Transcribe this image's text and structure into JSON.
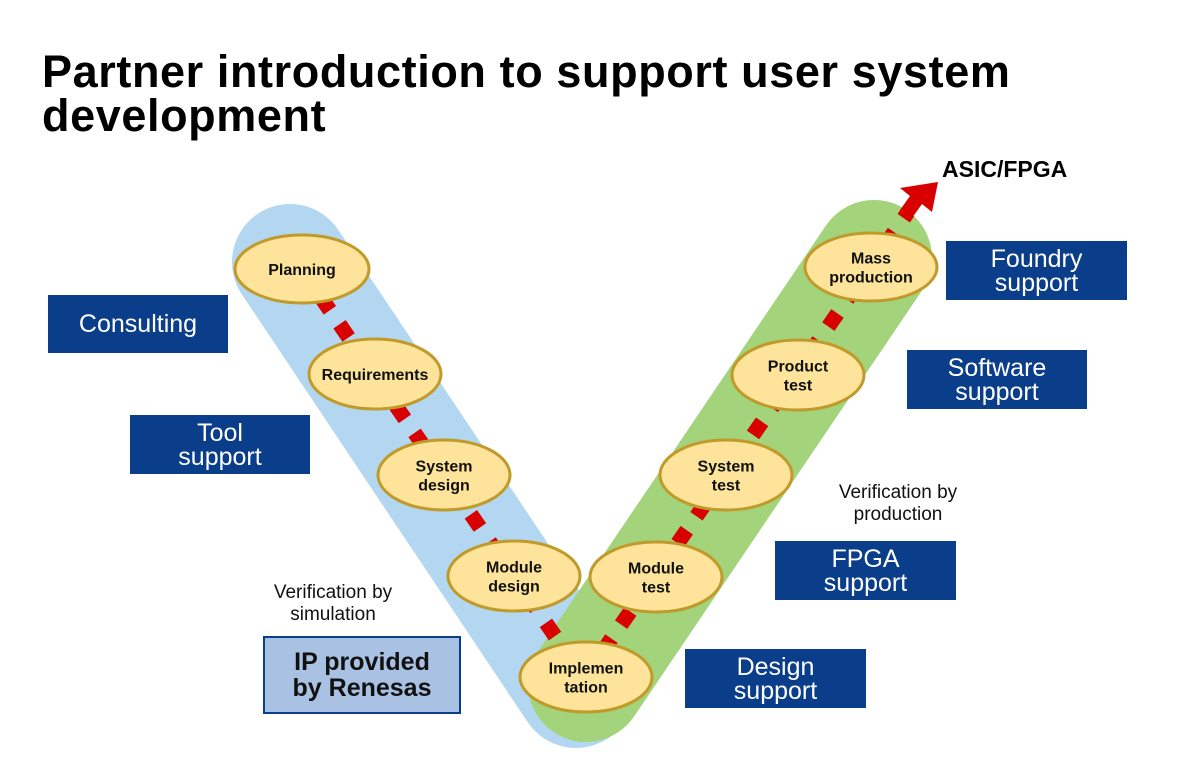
{
  "title": {
    "line1": "Partner introduction to support user system",
    "line2": "development"
  },
  "target_label": "ASIC/FPGA",
  "colors": {
    "left_band": "#b3d7f1",
    "right_band": "#a3d37b",
    "phase_fill": "#fde49a",
    "phase_stroke": "#c09a2a",
    "path_arrow": "#d90000",
    "support_box": "#0b3e8a",
    "ip_box": "#a9c1e3"
  },
  "phases_left": [
    {
      "id": "planning",
      "lines": [
        "Planning"
      ]
    },
    {
      "id": "requirements",
      "lines": [
        "Requirements"
      ]
    },
    {
      "id": "system-design",
      "lines": [
        "System",
        "design"
      ]
    },
    {
      "id": "module-design",
      "lines": [
        "Module",
        "design"
      ]
    }
  ],
  "phase_bottom": {
    "id": "implementation",
    "lines": [
      "Implemen",
      "tation"
    ]
  },
  "phases_right": [
    {
      "id": "module-test",
      "lines": [
        "Module",
        "test"
      ]
    },
    {
      "id": "system-test",
      "lines": [
        "System",
        "test"
      ]
    },
    {
      "id": "product-test",
      "lines": [
        "Product",
        "test"
      ]
    },
    {
      "id": "mass-production",
      "lines": [
        "Mass",
        "production"
      ]
    }
  ],
  "support_boxes": {
    "consulting": [
      "Consulting"
    ],
    "tool": [
      "Tool",
      "support"
    ],
    "foundry": [
      "Foundry",
      "support"
    ],
    "software": [
      "Software",
      "support"
    ],
    "fpga": [
      "FPGA",
      "support"
    ],
    "design": [
      "Design",
      "support"
    ]
  },
  "ip_box": [
    "IP provided",
    "by Renesas"
  ],
  "notes": {
    "simulation": [
      "Verification by",
      "simulation"
    ],
    "production": [
      "Verification by",
      "production"
    ]
  }
}
